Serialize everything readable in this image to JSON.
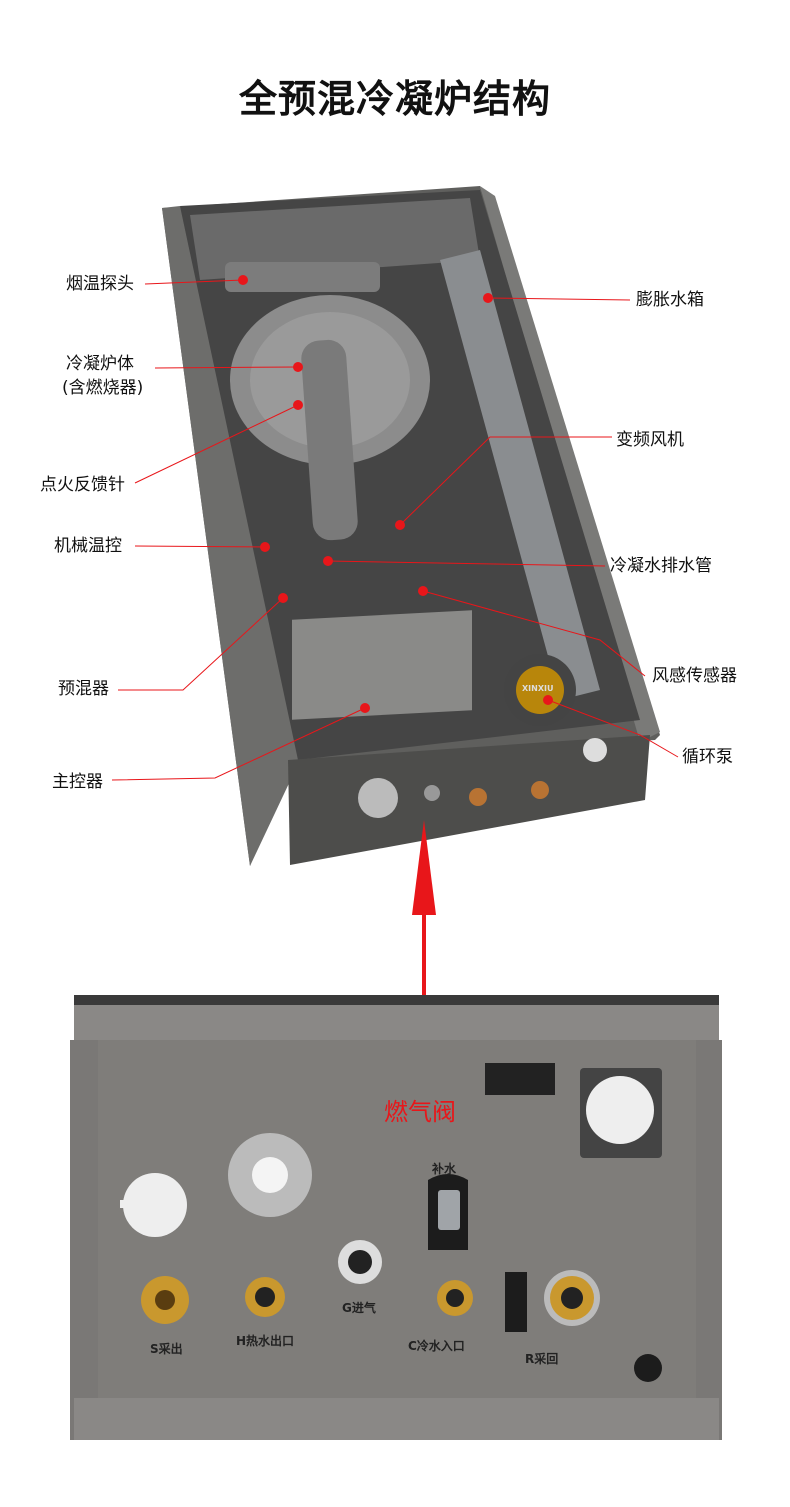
{
  "title": "全预混冷凝炉结构",
  "callouts_left": [
    {
      "id": "flue-temp-probe",
      "text": "烟温探头"
    },
    {
      "id": "condensing-body",
      "text": "冷凝炉体",
      "sub": "(含燃烧器)"
    },
    {
      "id": "ignition-feedback-pin",
      "text": "点火反馈针"
    },
    {
      "id": "mechanical-thermostat",
      "text": "机械温控"
    },
    {
      "id": "premixer",
      "text": "预混器"
    },
    {
      "id": "main-controller",
      "text": "主控器"
    }
  ],
  "callouts_right": [
    {
      "id": "expansion-tank",
      "text": "膨胀水箱"
    },
    {
      "id": "vfd-fan",
      "text": "变频风机"
    },
    {
      "id": "condensate-drain",
      "text": "冷凝水排水管"
    },
    {
      "id": "air-sensor",
      "text": "风感传感器"
    },
    {
      "id": "circulation-pump",
      "text": "循环泵"
    }
  ],
  "gas_valve_label": "燃气阀",
  "pipe_labels": {
    "makeup": "补水",
    "s": "S采出",
    "h": "H热水出口",
    "g": "G进气",
    "c": "C冷水入口",
    "r": "R采回"
  },
  "pump_brand": "XINXIU",
  "colors": {
    "accent": "#e8161a",
    "casing": "#6e6e6c",
    "panel": "#7d7b78"
  }
}
